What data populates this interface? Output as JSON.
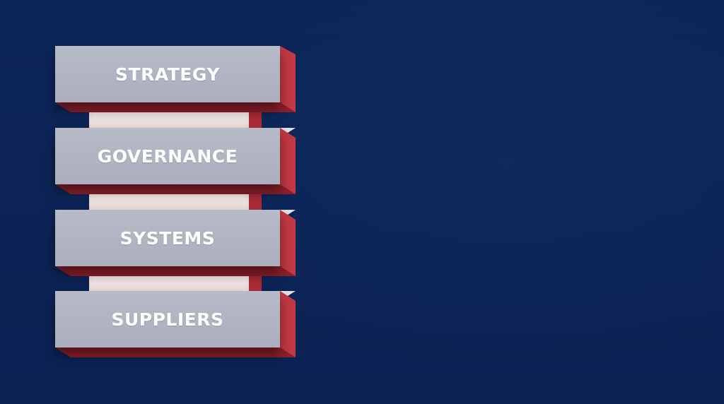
{
  "diagram": {
    "layers": [
      {
        "id": "strategy",
        "label": "STRATEGY"
      },
      {
        "id": "governance",
        "label": "GOVERNANCE"
      },
      {
        "id": "systems",
        "label": "SYSTEMS"
      },
      {
        "id": "suppliers",
        "label": "SUPPLIERS"
      }
    ]
  },
  "colors": {
    "background": "#0c2456",
    "block_face": "#b1b4c2",
    "block_side": "#b12e3a",
    "connector": "#f3e8e7"
  }
}
